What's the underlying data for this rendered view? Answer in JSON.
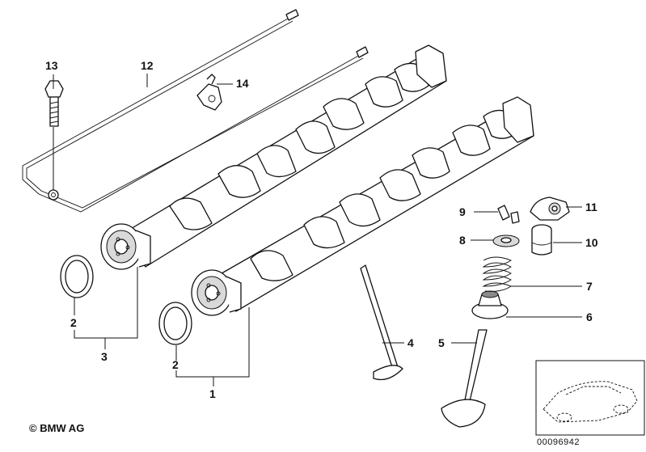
{
  "callouts": {
    "c1": "1",
    "c2a": "2",
    "c2b": "2",
    "c3": "3",
    "c4": "4",
    "c5": "5",
    "c6": "6",
    "c7": "7",
    "c8": "8",
    "c9": "9",
    "c10": "10",
    "c11": "11",
    "c12": "12",
    "c13": "13",
    "c14": "14"
  },
  "footer": {
    "copyright": "© BMW AG",
    "document_number": "00096942"
  }
}
